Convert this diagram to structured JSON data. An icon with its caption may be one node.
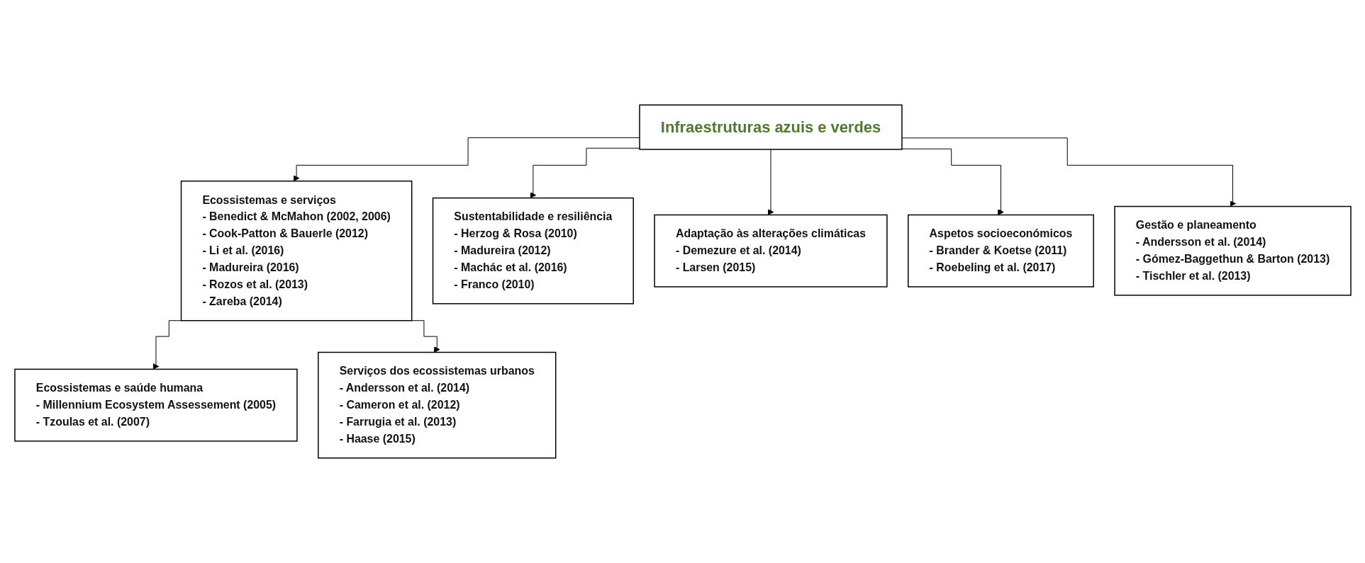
{
  "diagram": {
    "nodes": [
      {
        "text": [
          "Infraestruturas azuis e verdes"
        ]
      },
      {
        "text": [
          "Ecossistemas e serviços",
          "- Benedict & McMahon (2002, 2006)",
          "- Cook-Patton & Bauerle (2012)",
          "- Li et al. (2016)",
          "- Madureira (2016)",
          "- Rozos et al. (2013)",
          "- Zareba (2014)"
        ]
      },
      {
        "text": [
          "Sustentabilidade e resiliência",
          "- Herzog & Rosa (2010)",
          "- Madureira (2012)",
          "- Machác et al. (2016)",
          "- Franco (2010)"
        ]
      },
      {
        "text": [
          "Adaptação às alterações climáticas",
          "- Demezure et al.  (2014)",
          "- Larsen (2015)"
        ]
      },
      {
        "text": [
          "Aspetos socioeconómicos",
          "- Brander & Koetse (2011)",
          "- Roebeling et al. (2017)"
        ]
      },
      {
        "text": [
          "Gestão e planeamento",
          "- Andersson et al. (2014)",
          "- Gómez-Baggethun & Barton (2013)",
          "- Tischler et al. (2013)"
        ]
      },
      {
        "text": [
          "Ecossistemas e saúde humana",
          "- Millennium Ecosystem Assessement (2005)",
          "- Tzoulas et al. (2007)"
        ]
      },
      {
        "text": [
          "Serviços dos ecossistemas urbanos",
          "- Andersson et al. (2014)",
          "- Cameron et al. (2012)",
          "- Farrugia et al. (2013)",
          "- Haase (2015)"
        ]
      }
    ],
    "edges": [
      {
        "from": 0,
        "to": 1,
        "arrow": "to"
      },
      {
        "from": 0,
        "to": 2,
        "arrow": "to"
      },
      {
        "from": 0,
        "to": 3,
        "arrow": "to"
      },
      {
        "from": 0,
        "to": 4,
        "arrow": "to"
      },
      {
        "from": 0,
        "to": 5,
        "arrow": "to"
      },
      {
        "from": 1,
        "to": 6,
        "arrow": "to"
      },
      {
        "from": 1,
        "to": 7,
        "arrow": "to"
      }
    ]
  }
}
